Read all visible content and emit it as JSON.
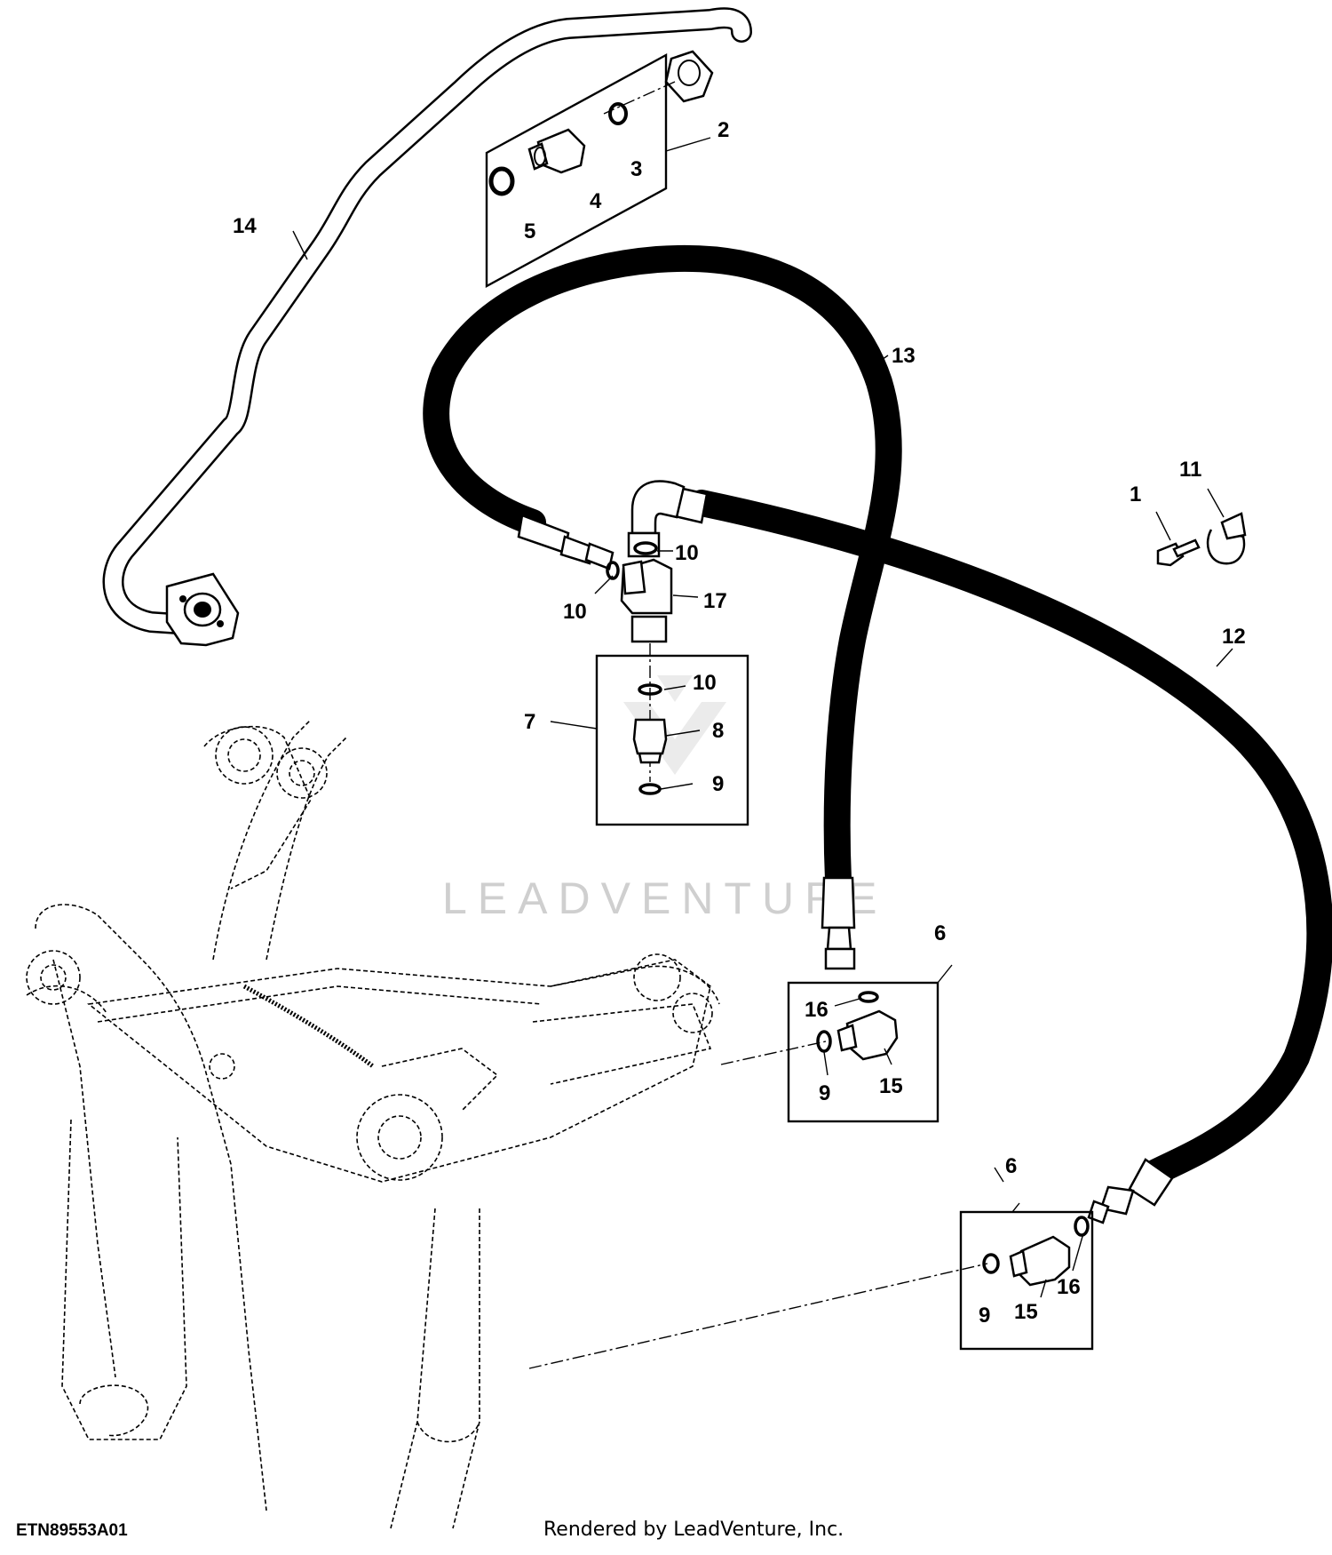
{
  "figure_code": "ETN89553A01",
  "credit": "Rendered by LeadVenture, Inc.",
  "watermark": "LEADVENTURE",
  "callouts": {
    "c1": "1",
    "c2": "2",
    "c3": "3",
    "c4": "4",
    "c5": "5",
    "c6a": "6",
    "c6b": "6",
    "c7": "7",
    "c8": "8",
    "c9a": "9",
    "c9b": "9",
    "c9c": "9",
    "c10a": "10",
    "c10b": "10",
    "c10c": "10",
    "c11": "11",
    "c12": "12",
    "c13": "13",
    "c14": "14",
    "c15a": "15",
    "c15b": "15",
    "c16a": "16",
    "c16b": "16",
    "c17": "17"
  }
}
